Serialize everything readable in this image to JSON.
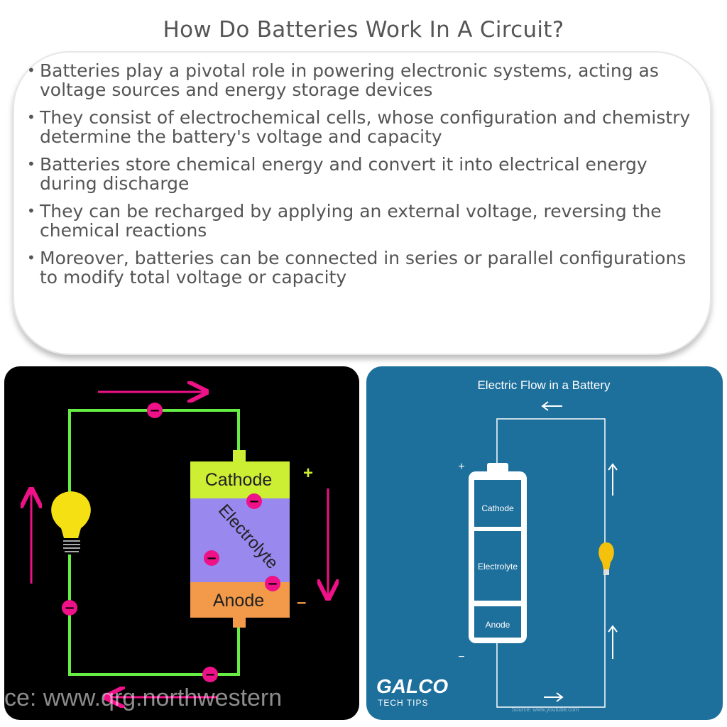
{
  "page": {
    "title": "How Do Batteries Work In A Circuit?"
  },
  "bullets": [
    "Batteries play a pivotal role in powering electronic systems, acting as voltage sources and energy storage devices",
    "They consist of electrochemical cells, whose configuration and chemistry determine the battery's voltage and capacity",
    "Batteries store chemical energy and convert it into electrical energy during discharge",
    "They can be recharged by applying an external voltage, reversing the chemical reactions",
    "Moreover, batteries can be connected in series or parallel configurations to modify total voltage or capacity"
  ],
  "left_diagram": {
    "cathode_label": "Cathode",
    "electrolyte_label": "Electrolyte",
    "anode_label": "Anode",
    "plus_sign": "+",
    "minus_sign": "–",
    "electron_symbol": "−",
    "source_text": "ce: www.qrg.northwestern",
    "colors": {
      "background": "#000000",
      "wire": "#66ee44",
      "cathode": "#ccee33",
      "electrolyte": "#9988ee",
      "anode": "#f29a4a",
      "electron": "#ee1188",
      "arrow": "#ee1188",
      "bulb": "#f5e013"
    }
  },
  "right_diagram": {
    "title": "Electric Flow in a Battery",
    "cathode_label": "Cathode",
    "electrolyte_label": "Electrolyte",
    "anode_label": "Anode",
    "plus_sign": "+",
    "minus_sign": "−",
    "logo_main": "GALCO",
    "logo_sub": "TECH TIPS",
    "source_text": "Source: www.youtube.com",
    "colors": {
      "background": "#1d6f9c",
      "wire": "#ffffff",
      "bulb": "#f4c20d"
    }
  }
}
